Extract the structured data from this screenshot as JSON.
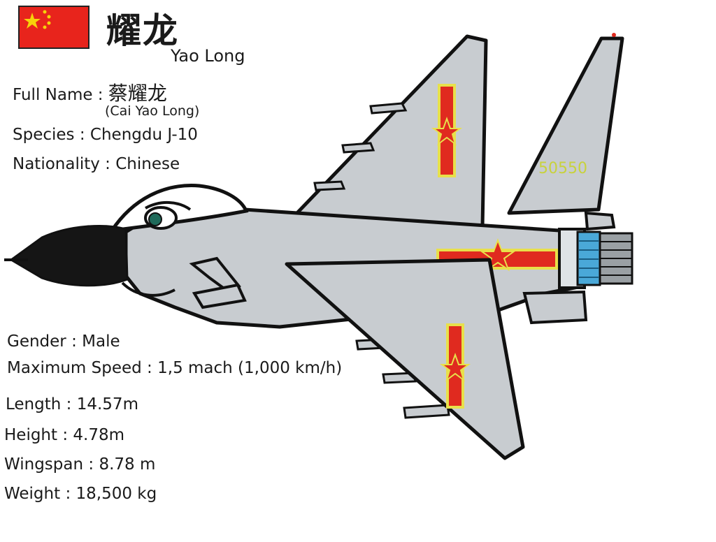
{
  "header": {
    "title_cn": "耀龙",
    "title_romanized": "Yao Long"
  },
  "profile": {
    "full_name_label": "Full Name",
    "full_name_cn": "蔡耀龙",
    "full_name_romanized": "(Cai Yao Long)",
    "species_label": "Species",
    "species_value": "Chengdu J-10",
    "nationality_label": "Nationality",
    "nationality_value": "Chinese"
  },
  "specs": {
    "gender_label": "Gender",
    "gender_value": "Male",
    "speed_label": "Maximum Speed",
    "speed_value": "1,5 mach (1,000 km/h)",
    "length_label": "Length",
    "length_value": "14.57m",
    "height_label": "Height",
    "height_value": "4.78m",
    "wingspan_label": "Wingspan",
    "wingspan_value": "8.78 m",
    "weight_label": "Weight",
    "weight_value": "18,500 kg"
  },
  "aircraft": {
    "tail_number": "50550"
  },
  "colors": {
    "flag_red": "#e8241c",
    "flag_star": "#f7d20a",
    "fuselage_gray": "#c8ccd0",
    "insignia_red": "#e02a1f",
    "insignia_border": "#e8e04a",
    "engine_blue": "#4aa8d8",
    "tail_number_color": "#c8d23c"
  }
}
